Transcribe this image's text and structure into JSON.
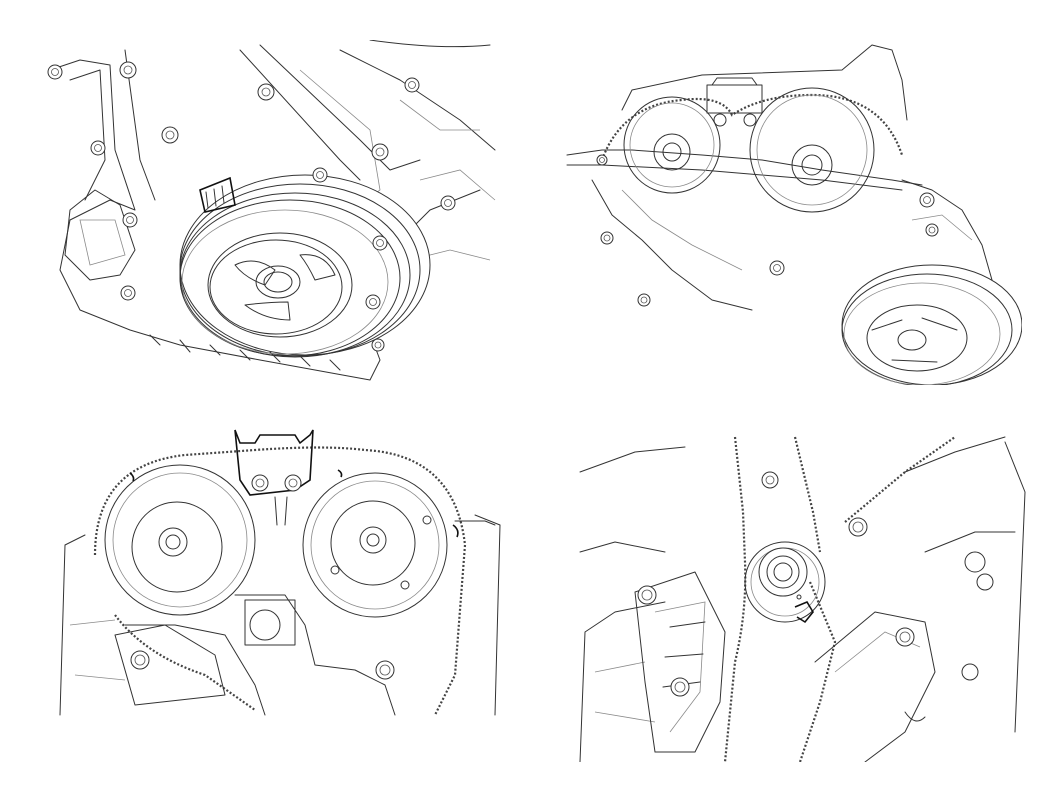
{
  "figure": {
    "panels": [
      {
        "id": "crank-pulley",
        "part": "crankshaft-damper-pulley"
      },
      {
        "id": "timing-cover-removed",
        "part": "timing-chain-and-cam-sprockets"
      },
      {
        "id": "cam-sprocket-detail",
        "part": "camshaft-sprockets-and-chain-guide"
      },
      {
        "id": "crank-sprocket-detail",
        "part": "crankshaft-sprocket-and-tensioner"
      }
    ],
    "colors": {
      "line": "#333333",
      "background": "#ffffff",
      "highlight": "#111111"
    }
  }
}
